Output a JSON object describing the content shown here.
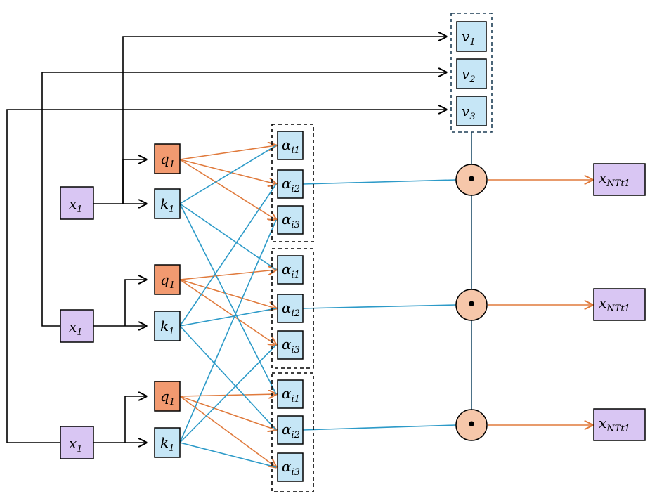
{
  "inputs": [
    {
      "base": "x",
      "sub": "1"
    },
    {
      "base": "x",
      "sub": "1"
    },
    {
      "base": "x",
      "sub": "1"
    }
  ],
  "queries": [
    {
      "base": "q",
      "sub": "1"
    },
    {
      "base": "q",
      "sub": "1"
    },
    {
      "base": "q",
      "sub": "1"
    }
  ],
  "keys": [
    {
      "base": "k",
      "sub": "1"
    },
    {
      "base": "k",
      "sub": "1"
    },
    {
      "base": "k",
      "sub": "1"
    }
  ],
  "values": [
    {
      "base": "v",
      "sub": "1"
    },
    {
      "base": "v",
      "sub": "2"
    },
    {
      "base": "v",
      "sub": "3"
    }
  ],
  "attention_groups": [
    [
      {
        "base": "α",
        "sub": "i1"
      },
      {
        "base": "α",
        "sub": "i2"
      },
      {
        "base": "α",
        "sub": "i3"
      }
    ],
    [
      {
        "base": "α",
        "sub": "i1"
      },
      {
        "base": "α",
        "sub": "i2"
      },
      {
        "base": "α",
        "sub": "i3"
      }
    ],
    [
      {
        "base": "α",
        "sub": "i1"
      },
      {
        "base": "α",
        "sub": "i2"
      },
      {
        "base": "α",
        "sub": "i3"
      }
    ]
  ],
  "operator_symbol": "•",
  "outputs": [
    {
      "base": "x",
      "sub": "NTt1"
    },
    {
      "base": "x",
      "sub": "NTt1"
    },
    {
      "base": "x",
      "sub": "NTt1"
    }
  ],
  "colors": {
    "input_fill": "#d9c6f3",
    "query_fill": "#f29a70",
    "key_fill": "#c6e6f6",
    "output_fill": "#d9c6f3",
    "operator_fill": "#f6c7aa",
    "query_wire": "#e07a3c",
    "key_wire": "#2c9ac8"
  }
}
